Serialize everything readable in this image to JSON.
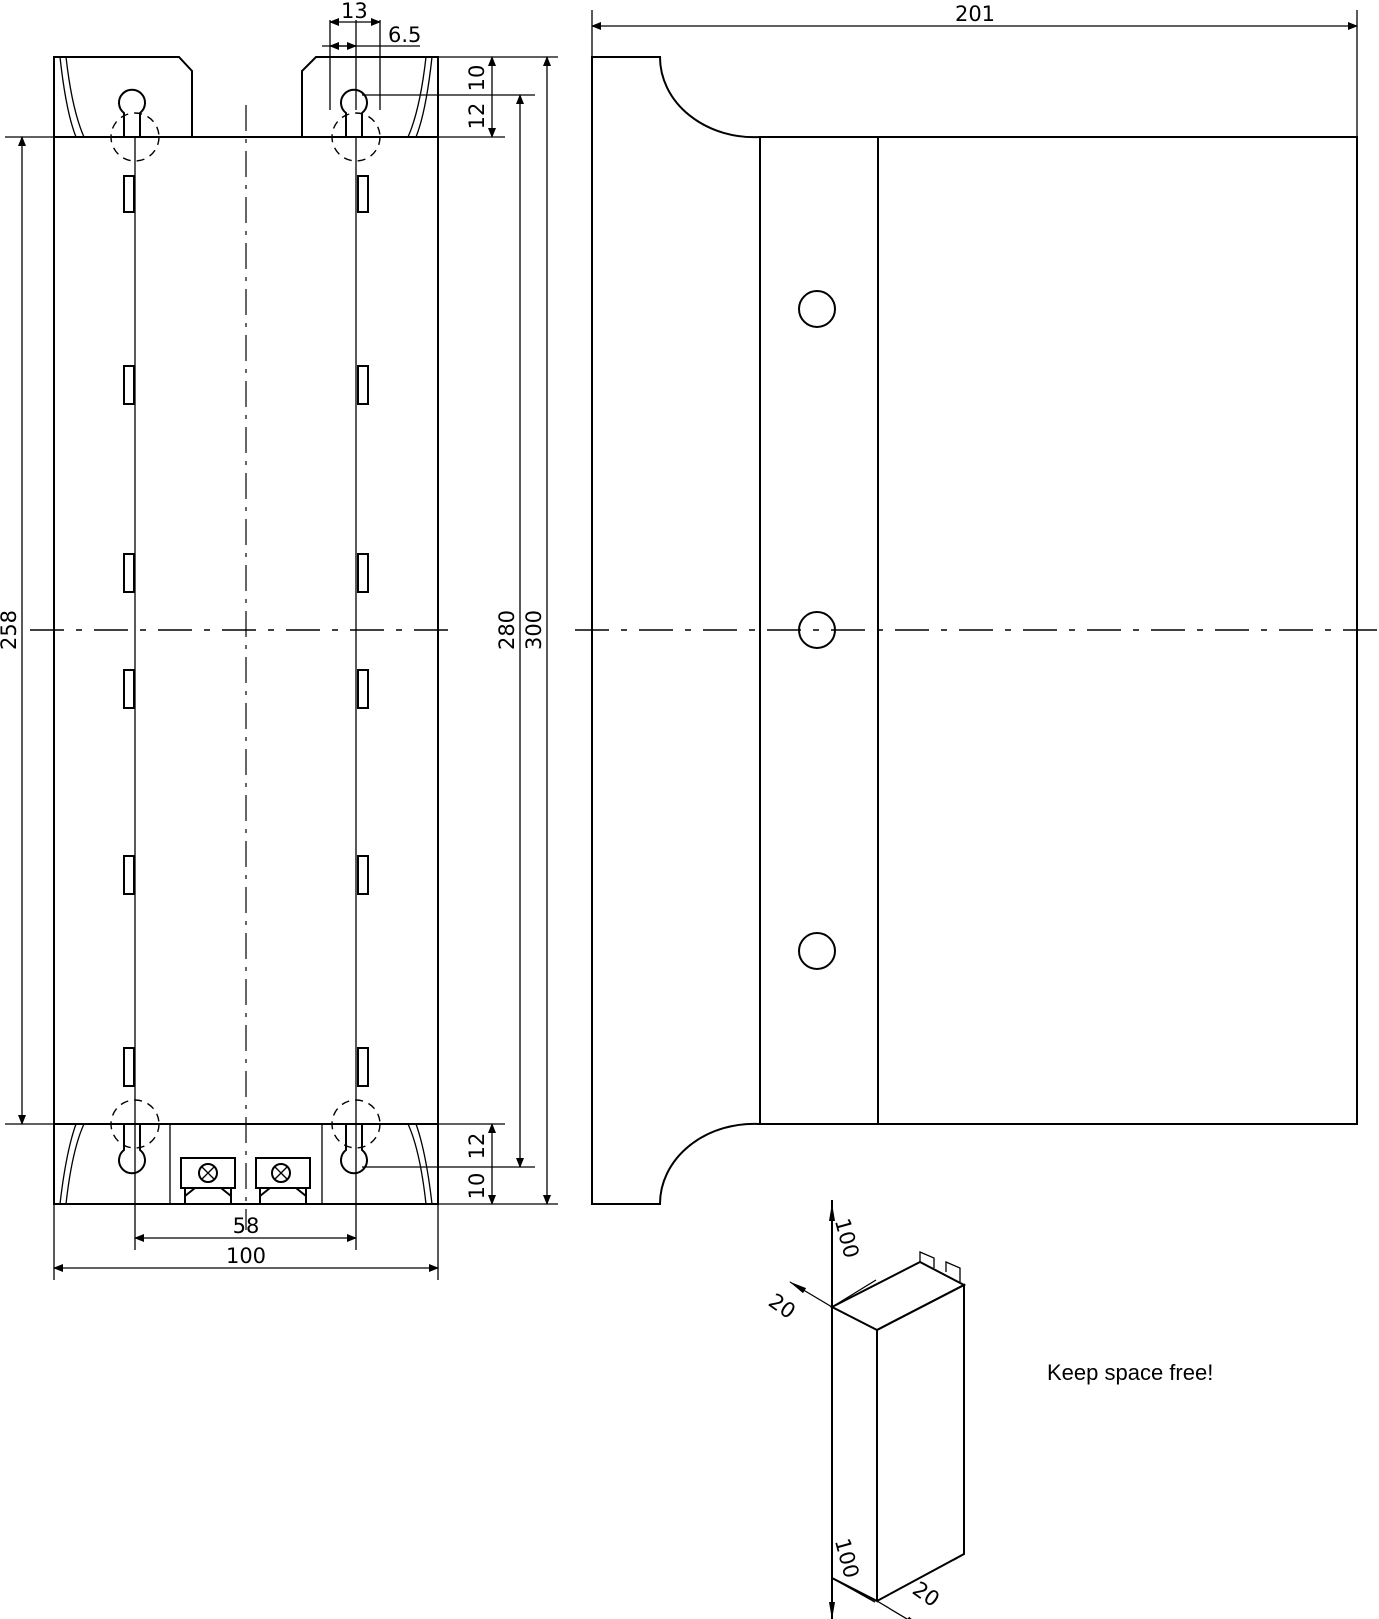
{
  "drawing": {
    "dimensions": {
      "top_width": "13",
      "top_offset": "6.5",
      "top_10": "10",
      "top_12": "12",
      "bottom_12": "12",
      "bottom_10": "10",
      "height_258": "258",
      "height_280": "280",
      "height_300": "300",
      "width_58": "58",
      "width_100": "100",
      "side_depth": "201"
    },
    "clearance": {
      "top": "100",
      "side_top": "20",
      "side_bottom": "20",
      "bottom": "100",
      "note": "Keep space free!"
    }
  }
}
